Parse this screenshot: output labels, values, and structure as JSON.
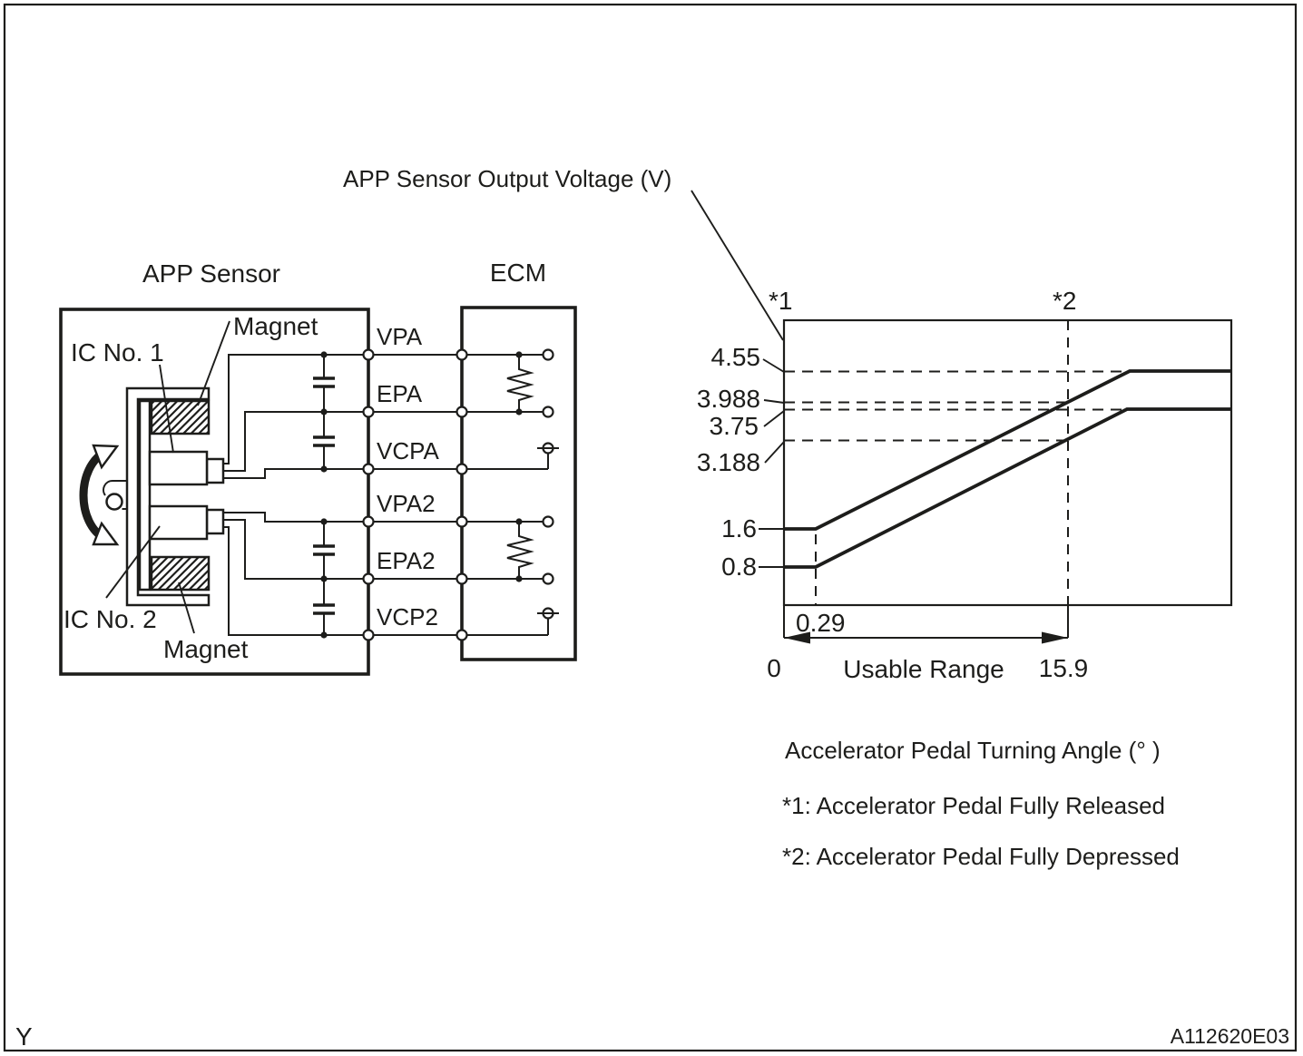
{
  "colors": {
    "ink": "#1d1d1b",
    "paper": "#ffffff"
  },
  "figure": {
    "footer_left": "Y",
    "figure_code": "A112620E03"
  },
  "circuit": {
    "sensor_title": "APP Sensor",
    "ecm_title": "ECM",
    "magnet_top_label": "Magnet",
    "magnet_bottom_label": "Magnet",
    "ic1_label": "IC No. 1",
    "ic2_label": "IC No. 2",
    "terminals": [
      "VPA",
      "EPA",
      "VCPA",
      "VPA2",
      "EPA2",
      "VCP2"
    ]
  },
  "graph": {
    "title": "APP Sensor Output Voltage (V)",
    "marker_released": "*1",
    "marker_depressed": "*2",
    "y_ticks": [
      "4.55",
      "3.988",
      "3.75",
      "3.188",
      "1.6",
      "0.8"
    ],
    "x_origin": "0",
    "x_offset": "0.29",
    "x_max_usable": "15.9",
    "usable_range_label": "Usable Range",
    "x_axis_label": "Accelerator Pedal Turning Angle (°  )",
    "note_1": "*1: Accelerator Pedal Fully Released",
    "note_2": "*2: Accelerator Pedal Fully Depressed"
  },
  "chart_data": {
    "type": "line",
    "title": "APP Sensor Output Voltage (V)",
    "xlabel": "Accelerator Pedal Turning Angle (°)",
    "ylabel": "APP Sensor Output Voltage (V)",
    "x_ticks_labeled": [
      0,
      0.29,
      15.9
    ],
    "reference_levels_v": [
      4.55,
      3.988,
      3.75,
      3.188,
      1.6,
      0.8
    ],
    "series": [
      {
        "name": "upper line",
        "flat_start_v": 1.6,
        "rise_begins_deg": 0.29,
        "v_at_15_9_deg": 3.988,
        "plateau_v": 4.55
      },
      {
        "name": "lower line",
        "flat_start_v": 0.8,
        "rise_begins_deg": 0.29,
        "v_at_15_9_deg": 3.188,
        "plateau_v": 3.75
      }
    ],
    "usable_range": {
      "from_deg": 0,
      "to_deg": 15.9,
      "label": "Usable Range"
    },
    "markers": [
      {
        "symbol": "*1",
        "meaning": "Accelerator Pedal Fully Released",
        "position": "x = 0"
      },
      {
        "symbol": "*2",
        "meaning": "Accelerator Pedal Fully Depressed",
        "position": "x = 15.9"
      }
    ],
    "legend": "none",
    "grid": false
  }
}
